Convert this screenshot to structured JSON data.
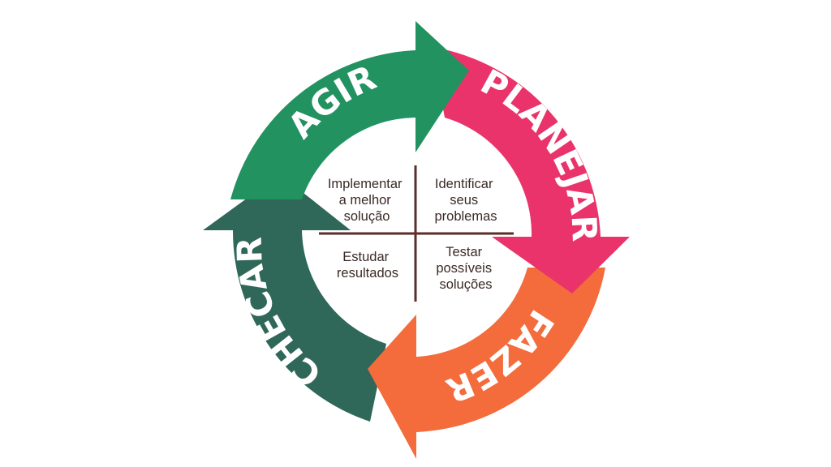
{
  "cycle": {
    "stages": [
      {
        "key": "planejar",
        "label": "PLANEJAR",
        "color": "#e9336a"
      },
      {
        "key": "fazer",
        "label": "FAZER",
        "color": "#f46b3c"
      },
      {
        "key": "checar",
        "label": "CHECAR",
        "color": "#2f6759"
      },
      {
        "key": "agir",
        "label": "AGIR",
        "color": "#219260"
      }
    ],
    "quadrants": {
      "top_left": [
        "Implementar",
        "a melhor",
        "solução"
      ],
      "top_right": [
        "Identificar",
        "seus",
        "problemas"
      ],
      "bottom_left": [
        "Estudar",
        "resultados"
      ],
      "bottom_right": [
        "Testar",
        "possíveis",
        "soluções"
      ]
    }
  }
}
